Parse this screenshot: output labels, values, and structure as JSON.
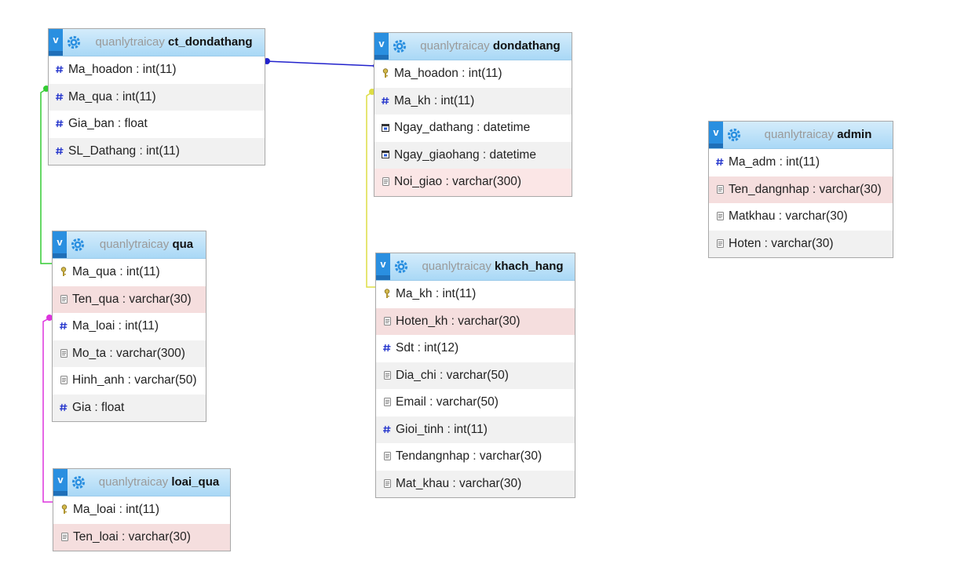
{
  "database": "quanlytraicay",
  "tables": {
    "ct_dondathang": {
      "name": "ct_dondathang",
      "columns": [
        {
          "label": "Ma_hoadon",
          "type": "int(11)",
          "icon": "hash-icon"
        },
        {
          "label": "Ma_qua",
          "type": "int(11)",
          "icon": "hash-icon"
        },
        {
          "label": "Gia_ban",
          "type": "float",
          "icon": "hash-icon"
        },
        {
          "label": "SL_Dathang",
          "type": "int(11)",
          "icon": "hash-icon"
        }
      ]
    },
    "dondathang": {
      "name": "dondathang",
      "columns": [
        {
          "label": "Ma_hoadon",
          "type": "int(11)",
          "icon": "key-icon"
        },
        {
          "label": "Ma_kh",
          "type": "int(11)",
          "icon": "hash-icon"
        },
        {
          "label": "Ngay_dathang",
          "type": "datetime",
          "icon": "calendar-icon"
        },
        {
          "label": "Ngay_giaohang",
          "type": "datetime",
          "icon": "calendar-icon"
        },
        {
          "label": "Noi_giao",
          "type": "varchar(300)",
          "icon": "text-icon"
        }
      ]
    },
    "admin": {
      "name": "admin",
      "columns": [
        {
          "label": "Ma_adm",
          "type": "int(11)",
          "icon": "hash-icon"
        },
        {
          "label": "Ten_dangnhap",
          "type": "varchar(30)",
          "icon": "text-icon"
        },
        {
          "label": "Matkhau",
          "type": "varchar(30)",
          "icon": "text-icon"
        },
        {
          "label": "Hoten",
          "type": "varchar(30)",
          "icon": "text-icon"
        }
      ]
    },
    "qua": {
      "name": "qua",
      "columns": [
        {
          "label": "Ma_qua",
          "type": "int(11)",
          "icon": "key-icon"
        },
        {
          "label": "Ten_qua",
          "type": "varchar(30)",
          "icon": "text-icon"
        },
        {
          "label": "Ma_loai",
          "type": "int(11)",
          "icon": "hash-icon"
        },
        {
          "label": "Mo_ta",
          "type": "varchar(300)",
          "icon": "text-icon"
        },
        {
          "label": "Hinh_anh",
          "type": "varchar(50)",
          "icon": "text-icon"
        },
        {
          "label": "Gia",
          "type": "float",
          "icon": "hash-icon"
        }
      ]
    },
    "khach_hang": {
      "name": "khach_hang",
      "columns": [
        {
          "label": "Ma_kh",
          "type": "int(11)",
          "icon": "key-icon"
        },
        {
          "label": "Hoten_kh",
          "type": "varchar(30)",
          "icon": "text-icon"
        },
        {
          "label": "Sdt",
          "type": "int(12)",
          "icon": "hash-icon"
        },
        {
          "label": "Dia_chi",
          "type": "varchar(50)",
          "icon": "text-icon"
        },
        {
          "label": "Email",
          "type": "varchar(50)",
          "icon": "text-icon"
        },
        {
          "label": "Gioi_tinh",
          "type": "int(11)",
          "icon": "hash-icon"
        },
        {
          "label": "Tendangnhap",
          "type": "varchar(30)",
          "icon": "text-icon"
        },
        {
          "label": "Mat_khau",
          "type": "varchar(30)",
          "icon": "text-icon"
        }
      ]
    },
    "loai_qua": {
      "name": "loai_qua",
      "columns": [
        {
          "label": "Ma_loai",
          "type": "int(11)",
          "icon": "key-icon"
        },
        {
          "label": "Ten_loai",
          "type": "varchar(30)",
          "icon": "text-icon"
        }
      ]
    }
  },
  "relations": [
    {
      "from": "ct_dondathang.Ma_hoadon",
      "to": "dondathang.Ma_hoadon",
      "color": "#2222cc"
    },
    {
      "from": "ct_dondathang.Ma_qua",
      "to": "qua.Ma_qua",
      "color": "#33cc33"
    },
    {
      "from": "dondathang.Ma_kh",
      "to": "khach_hang.Ma_kh",
      "color": "#dddd44"
    },
    {
      "from": "qua.Ma_loai",
      "to": "loai_qua.Ma_loai",
      "color": "#dd33dd"
    }
  ],
  "toggle_label": "v",
  "highlight_colors": {
    "header": "#a9d8f6",
    "toggle": "#2a8fe0",
    "varchar_row": "#f5dede"
  }
}
